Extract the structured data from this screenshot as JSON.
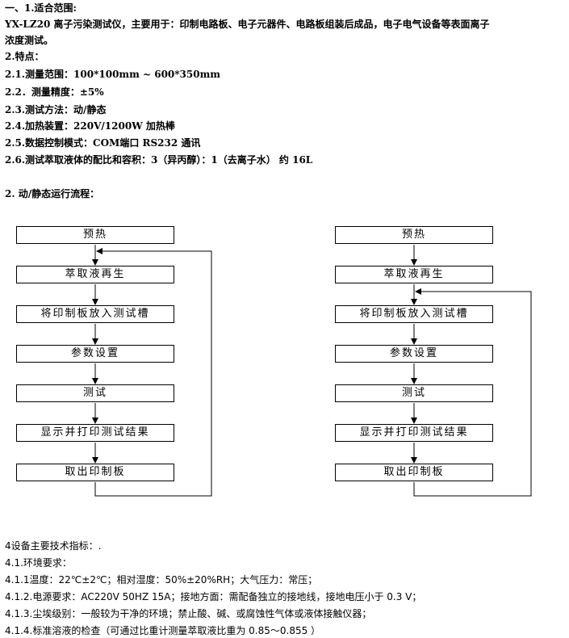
{
  "doc": {
    "h1": "一、1.适合范围:",
    "intro1": " YX-LZ20 离子污染测试仪，主要用于：印制电路板、电子元器件、电路板组装后成品，电子电气设备等表面离子",
    "intro2": "浓度测试。",
    "h2": "2.特点：",
    "features": [
      "2.1.测量范围：100*100mm ~ 600*350mm",
      "2.2．测量精度：±5%",
      "2.3.测试方法：动/静态",
      "2.4.加热装置：220V/1200W 加热棒",
      "2.5.数据控制模式：COM端口 RS232 通讯",
      "2.6.测试萃取液体的配比和容积：3（异丙醇）：1（去离子水） 约 16L"
    ],
    "h3": "2. 动/静态运行流程：",
    "flow_left": [
      "预热",
      "萃取液再生",
      "将印制板放入测试槽",
      "参数设置",
      "测试",
      "显示并打印测试结果",
      "取出印制板"
    ],
    "flow_right": [
      "预热",
      "萃取液再生",
      "将印制板放入测试槽",
      "参数设置",
      "测试",
      "显示并打印测试结果",
      "取出印制板"
    ],
    "h4": "4设备主要技术指标：.",
    "specs": [
      "4.1.环境要求：",
      "4.1.1温度：22℃±2℃；相对湿度：50%±20%RH；大气压力：常压；",
      "4.1.2.电源要求：AC220V 50HZ  15A；接地方面：需配备独立的接地线，接地电压小于 0.3 V；",
      "4.1.3.尘埃级别：一般较为干净的环境；禁止酸、碱、或腐蚀性气体或液体接触仪器；",
      "4.1.4.标准溶液的检查（可通过比重计测量萃取液比重为 0.85～0.855  ）"
    ]
  }
}
